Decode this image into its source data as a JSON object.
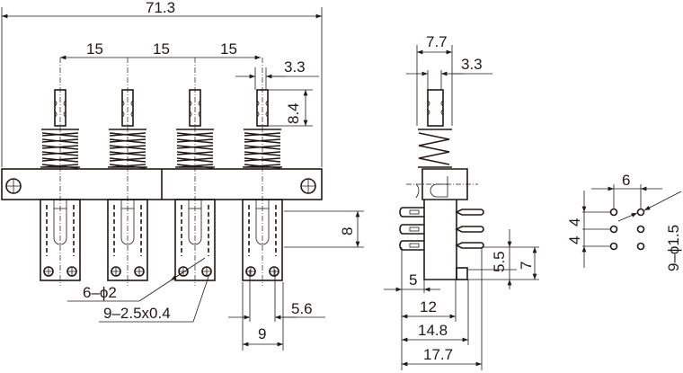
{
  "front_view": {
    "overall_width": "71.3",
    "pitch_1": "15",
    "pitch_2": "15",
    "pitch_3": "15",
    "plunger_width": "3.3",
    "plunger_height": "8.4",
    "terminal_height": "8",
    "mount_holes": "6–ϕ2",
    "slots": "9–2.5x0.4",
    "hole_offset": "5.6",
    "block_width": "9"
  },
  "side_view": {
    "spring_width": "7.7",
    "plunger_width": "3.3",
    "pin_height": "5.5",
    "cap_height": "7",
    "pin_offset": "5",
    "body_depth": "12",
    "cap_depth": "14.8",
    "overall_depth": "17.7"
  },
  "pcb_layout": {
    "column_pitch": "6",
    "row_pitch_1": "4",
    "row_pitch_2": "4",
    "holes": "9–ϕ1.5"
  }
}
